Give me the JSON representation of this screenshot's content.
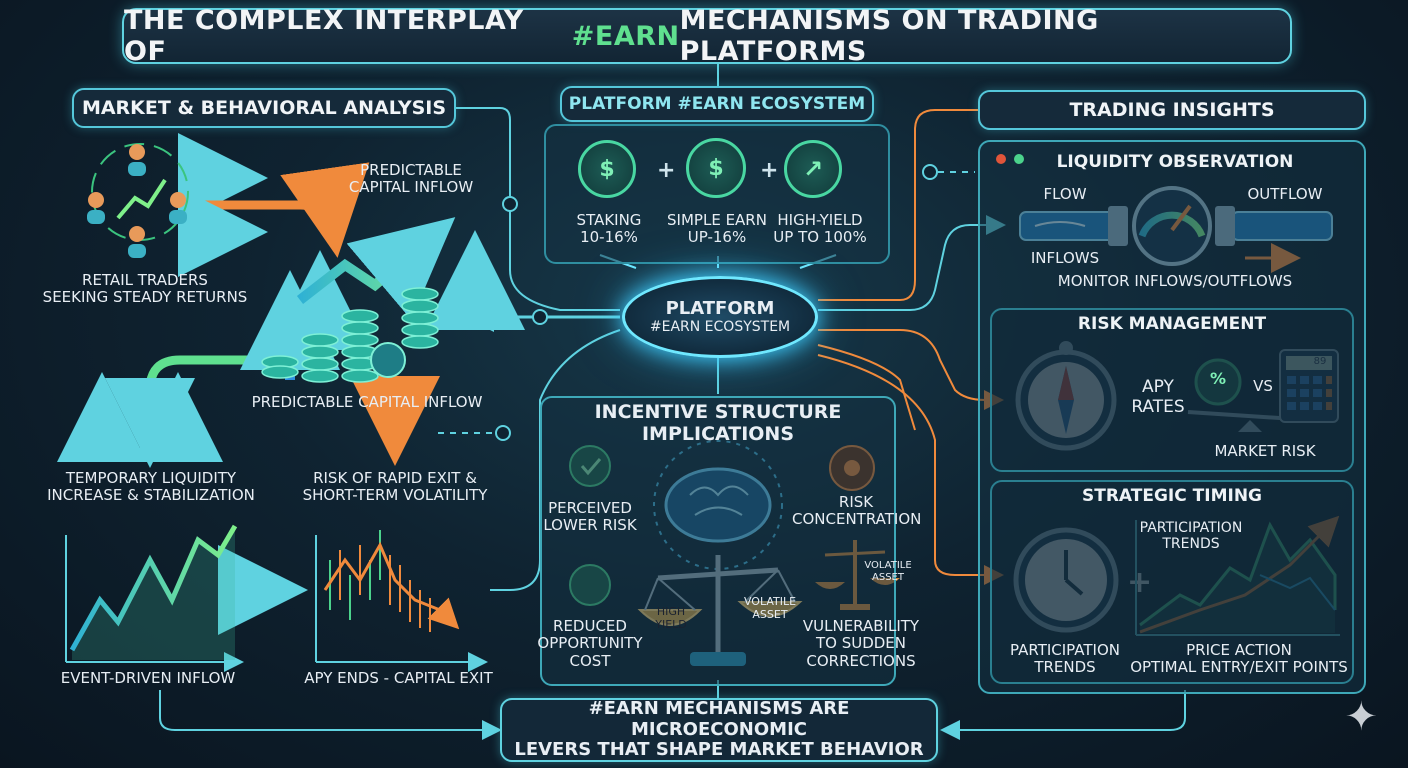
{
  "title": {
    "prefix": "THE COMPLEX INTERPLAY OF ",
    "accent": "#EARN",
    "suffix": " MECHANISMS ON TRADING PLATFORMS"
  },
  "left": {
    "section_label": "MARKET & BEHAVIORAL ANALYSIS",
    "retail_line1": "RETAIL TRADERS",
    "retail_line2": "SEEKING STEADY RETURNS",
    "predictable_top_line1": "PREDICTABLE",
    "predictable_top_line2": "CAPITAL INFLOW",
    "predictable_bottom": "PREDICTABLE CAPITAL INFLOW",
    "temporary_line1": "TEMPORARY LIQUIDITY",
    "temporary_line2": "INCREASE & STABILIZATION",
    "risk_exit_line1": "RISK OF RAPID EXIT &",
    "risk_exit_line2": "SHORT-TERM VOLATILITY",
    "event_driven": "EVENT-DRIVEN INFLOW",
    "apy_ends": "APY ENDS - CAPITAL EXIT"
  },
  "center": {
    "ecosystem_label": "PLATFORM #EARN ECOSYSTEM",
    "products": [
      {
        "name": "STAKING",
        "rate": "10-16%",
        "icon": "coin-stack-icon"
      },
      {
        "name": "SIMPLE EARN",
        "rate": "UP-16%",
        "icon": "hand-coin-icon"
      },
      {
        "name": "HIGH-YIELD",
        "rate": "UP TO 100%",
        "icon": "growth-chart-icon"
      }
    ],
    "hub_line1": "PLATFORM",
    "hub_line2": "#EARN ECOSYSTEM",
    "incentive_line1": "INCENTIVE STRUCTURE",
    "incentive_line2": "IMPLICATIONS",
    "perceived_line1": "PERCEIVED",
    "perceived_line2": "LOWER RISK",
    "risk_conc_line1": "RISK",
    "risk_conc_line2": "CONCENTRATION",
    "reduced_line1": "REDUCED",
    "reduced_line2": "OPPORTUNITY",
    "reduced_line3": "COST",
    "high_yield_line1": "HIGH",
    "high_yield_line2": "YIELD",
    "volatile_left_line1": "VOLATILE",
    "volatile_left_line2": "ASSET",
    "volatile_right_line1": "VOLATILE",
    "volatile_right_line2": "ASSET",
    "vuln_line1": "VULNERABILITY",
    "vuln_line2": "TO SUDDEN",
    "vuln_line3": "CORRECTIONS"
  },
  "right": {
    "section_label": "TRADING INSIGHTS",
    "liquidity_title": "LIQUIDITY OBSERVATION",
    "flow": "FLOW",
    "outflow": "OUTFLOW",
    "inflows": "INFLOWS",
    "monitor": "MONITOR INFLOWS/OUTFLOWS",
    "risk_title": "RISK MANAGEMENT",
    "apy_line1": "APY",
    "apy_line2": "RATES",
    "vs": "VS",
    "market_risk": "MARKET RISK",
    "calc_display": "89",
    "timing_title": "STRATEGIC TIMING",
    "part_chart_line1": "PARTICIPATION",
    "part_chart_line2": "TRENDS",
    "part_bottom_line1": "PARTICIPATION",
    "part_bottom_line2": "TRENDS",
    "price_line1": "PRICE ACTION",
    "price_line2": "OPTIMAL ENTRY/EXIT POINTS"
  },
  "conclusion": {
    "line1": "#EARN MECHANISMS ARE MICROECONOMIC",
    "line2": "LEVERS THAT SHAPE MARKET BEHAVIOR"
  },
  "colors": {
    "accent_green": "#5fe08f",
    "cyan": "#5fd2e0",
    "orange": "#f08a3c"
  }
}
